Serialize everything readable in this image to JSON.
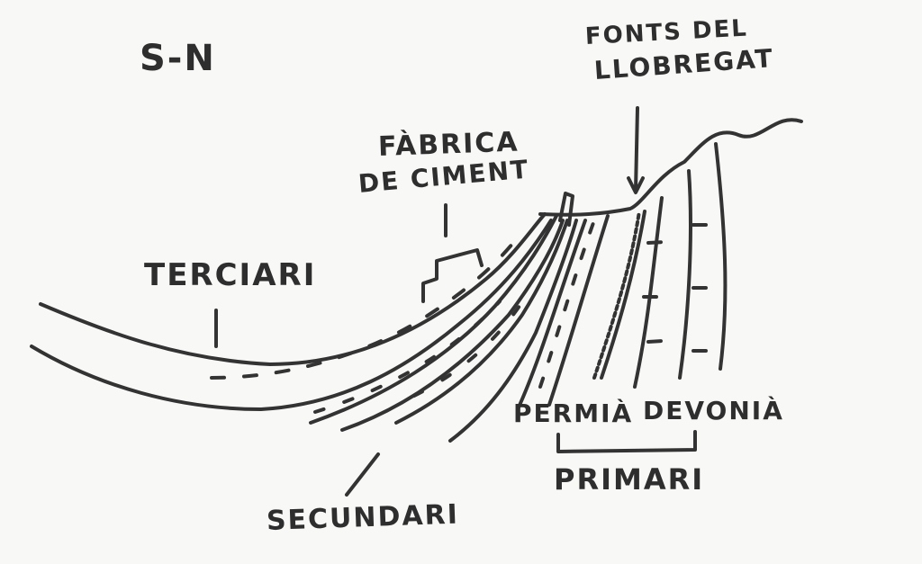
{
  "orientation": "S-N",
  "labels": {
    "fabrica_line1": "FÀBRICA",
    "fabrica_line2": "DE CIMENT",
    "fonts_line1": "FONTS DEL",
    "fonts_line2": "LLOBREGAT",
    "terciari": "TERCIARI",
    "secundari": "SECUNDARI",
    "permia": "PERMIÀ",
    "devonia": "DEVONIÀ",
    "primari": "PRIMARI"
  },
  "colors": {
    "ink": "#2e2e2e",
    "board": "#f8f8f6"
  }
}
